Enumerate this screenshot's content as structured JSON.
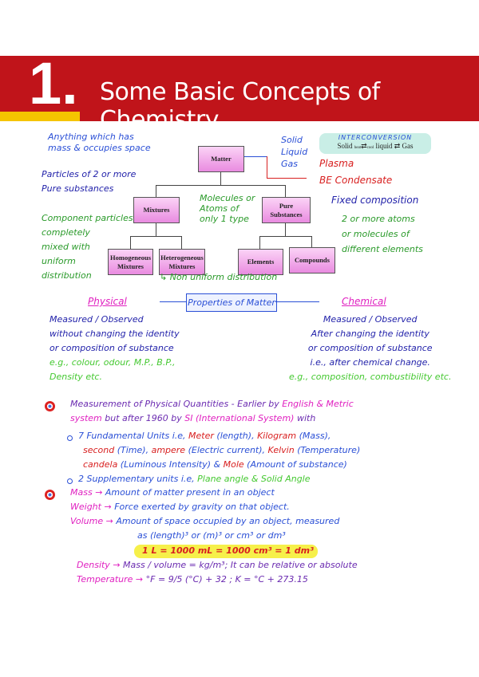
{
  "header": {
    "number": "1.",
    "title": "Some Basic Concepts of Chemistry",
    "colors": {
      "banner": "#c0141a",
      "strip": "#f5c400"
    }
  },
  "diagram": {
    "boxes": {
      "matter": "Matter",
      "mixtures": "Mixtures",
      "pure": "Pure Substances",
      "homogeneous": "Homogeneous Mixtures",
      "heterogeneous": "Heterogeneous Mixtures",
      "elements": "Elements",
      "compounds": "Compounds"
    },
    "matter_def": [
      "Anything which has",
      "mass & occupies space"
    ],
    "states": [
      "Solid",
      "Liquid",
      "Gas"
    ],
    "extra_states": [
      "Plasma",
      "BE Condensate"
    ],
    "interconversion": {
      "title": "INTERCONVERSION",
      "solid": "Solid",
      "liquid": "liquid",
      "gas": "Gas",
      "up": "heat",
      "down": "cool"
    },
    "mixtures_def": [
      "Particles of 2 or more",
      "Pure substances"
    ],
    "elements_def": [
      "Molecules or",
      "Atoms of",
      "only 1 type"
    ],
    "pure_def": "Fixed composition",
    "homogeneous_def": [
      "Component particles",
      "completely",
      "mixed with",
      "uniform",
      "distribution"
    ],
    "compounds_def": [
      "2 or more atoms",
      "or molecules of",
      "different elements"
    ],
    "heterogeneous_def": "Non uniform distribution"
  },
  "properties": {
    "title": "Properties of Matter",
    "physical": "Physical",
    "chemical": "Chemical",
    "physical_lines": [
      "Measured / Observed",
      "without changing the identity",
      "or composition of substance"
    ],
    "physical_eg": [
      "e.g., colour, odour, M.P., B.P.,",
      "Density etc."
    ],
    "chemical_lines": [
      "Measured / Observed",
      "After changing the identity",
      "or composition of substance",
      "i.e., after chemical change."
    ],
    "chemical_eg": "e.g., composition, combustibility etc."
  },
  "measurement": [
    [
      [
        "Measurement of Physical Quantities - Earlier by ",
        "#6a2ab0"
      ],
      [
        "English & Metric",
        "#e020c0"
      ]
    ],
    [
      [
        "system",
        "#e020c0"
      ],
      [
        " but after 1960 by ",
        "#6a2ab0"
      ],
      [
        "SI (International System)",
        "#e020c0"
      ],
      [
        " with",
        "#6a2ab0"
      ]
    ],
    [
      [
        "7 Fundamental Units i.e, ",
        "#2a4fd6"
      ],
      [
        "Meter",
        "#d82020"
      ],
      [
        " (length), ",
        "#2a4fd6"
      ],
      [
        "Kilogram",
        "#d82020"
      ],
      [
        " (Mass),",
        "#2a4fd6"
      ]
    ],
    [
      [
        "second",
        "#d82020"
      ],
      [
        " (Time), ",
        "#2a4fd6"
      ],
      [
        "ampere",
        "#d82020"
      ],
      [
        " (Electric current), ",
        "#2a4fd6"
      ],
      [
        "Kelvin",
        "#d82020"
      ],
      [
        " (Temperature)",
        "#2a4fd6"
      ]
    ],
    [
      [
        "candela",
        "#d82020"
      ],
      [
        " (Luminous Intensity) & ",
        "#2a4fd6"
      ],
      [
        "Mole",
        "#d82020"
      ],
      [
        " (Amount of substance)",
        "#2a4fd6"
      ]
    ],
    [
      [
        "2 Supplementary units i.e, ",
        "#2a4fd6"
      ],
      [
        "Plane angle & Solid Angle",
        "#44c830"
      ]
    ]
  ],
  "definitions": [
    [
      [
        "Mass → ",
        "#e020c0"
      ],
      [
        "Amount of matter present in an object",
        "#2a4fd6"
      ]
    ],
    [
      [
        "Weight → ",
        "#e020c0"
      ],
      [
        "Force exerted by gravity on that object.",
        "#2a4fd6"
      ]
    ],
    [
      [
        "Volume → ",
        "#e020c0"
      ],
      [
        "Amount of space occupied by an object, measured",
        "#2a4fd6"
      ]
    ],
    [
      [
        "as (length)³ or (m)³ or cm³ or dm³",
        "#2a4fd6"
      ]
    ],
    [
      [
        "1 L = 1000 mL = 1000 cm³ = 1 dm³",
        "#d82020"
      ]
    ],
    [
      [
        "Density → ",
        "#e020c0"
      ],
      [
        "Mass / volume = kg/m³; It can be relative or absolute",
        "#6a2ab0"
      ]
    ],
    [
      [
        "Temperature → ",
        "#e020c0"
      ],
      [
        "°F = 9/5 (°C) + 32 ;  K = °C + 273.15",
        "#6a2ab0"
      ]
    ]
  ]
}
